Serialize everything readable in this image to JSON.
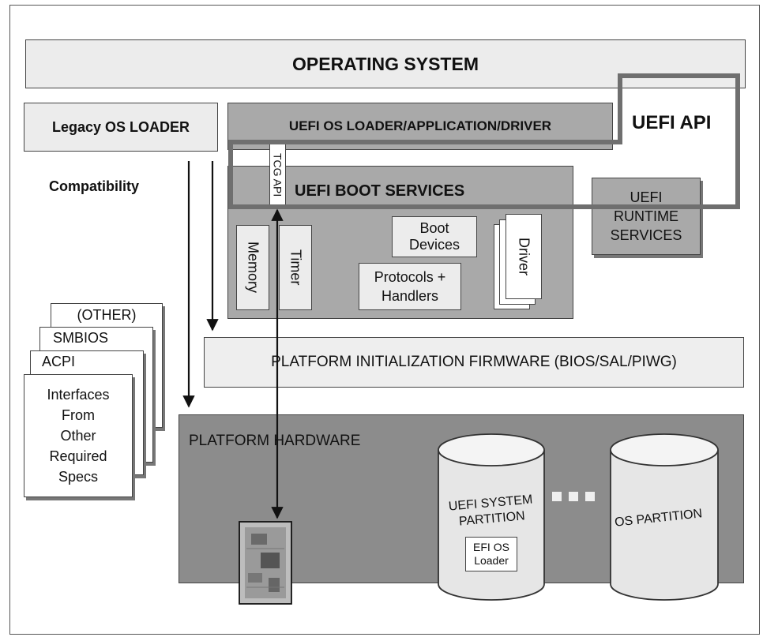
{
  "os": "OPERATING SYSTEM",
  "legacy_loader": "Legacy OS LOADER",
  "compatibility": "Compatibility",
  "uefi_loader": "UEFI OS LOADER/APPLICATION/DRIVER",
  "uefi_api": "UEFI API",
  "tcg_api": "TCG API",
  "boot_services": "UEFI BOOT SERVICES",
  "runtime": [
    "UEFI",
    "RUNTIME",
    "SERVICES"
  ],
  "memory": "Memory",
  "timer": "Timer",
  "boot_devices": [
    "Boot",
    "Devices"
  ],
  "protocols": [
    "Protocols +",
    "Handlers"
  ],
  "driver": "Driver",
  "specs_stack": [
    "(OTHER)",
    "SMBIOS",
    "ACPI"
  ],
  "specs_front": [
    "Interfaces",
    "From",
    "Other",
    "Required",
    "Specs"
  ],
  "platform_fw": "PLATFORM  INITIALIZATION FIRMWARE (BIOS/SAL/PIWG)",
  "platform_hw": "PLATFORM  HARDWARE",
  "esp": [
    "UEFI SYSTEM",
    "PARTITION"
  ],
  "efi_os_loader": [
    "EFI OS",
    "Loader"
  ],
  "os_partition": "OS PARTITION",
  "colors": {
    "light": "#ececec",
    "mid": "#a9a9a9",
    "dark": "#8c8c8c",
    "api_outline": "#6f6f6f"
  }
}
